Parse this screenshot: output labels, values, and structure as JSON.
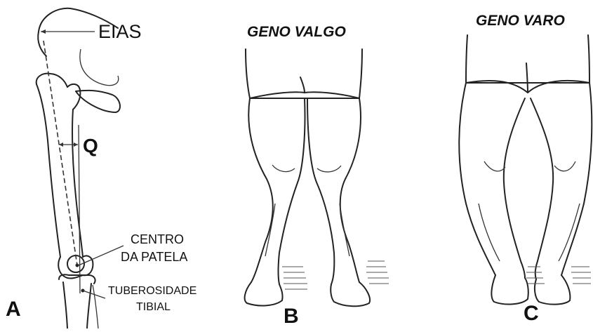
{
  "panel_a": {
    "letter": "A",
    "label_eias": "EIAS",
    "label_q": "Q",
    "label_centro_1": "CENTRO",
    "label_centro_2": "DA PATELA",
    "label_tuber_1": "TUBEROSIDADE",
    "label_tuber_2": "TIBIAL"
  },
  "panel_b": {
    "letter": "B",
    "title": "GENO VALGO"
  },
  "panel_c": {
    "letter": "C",
    "title": "GENO VARO"
  }
}
